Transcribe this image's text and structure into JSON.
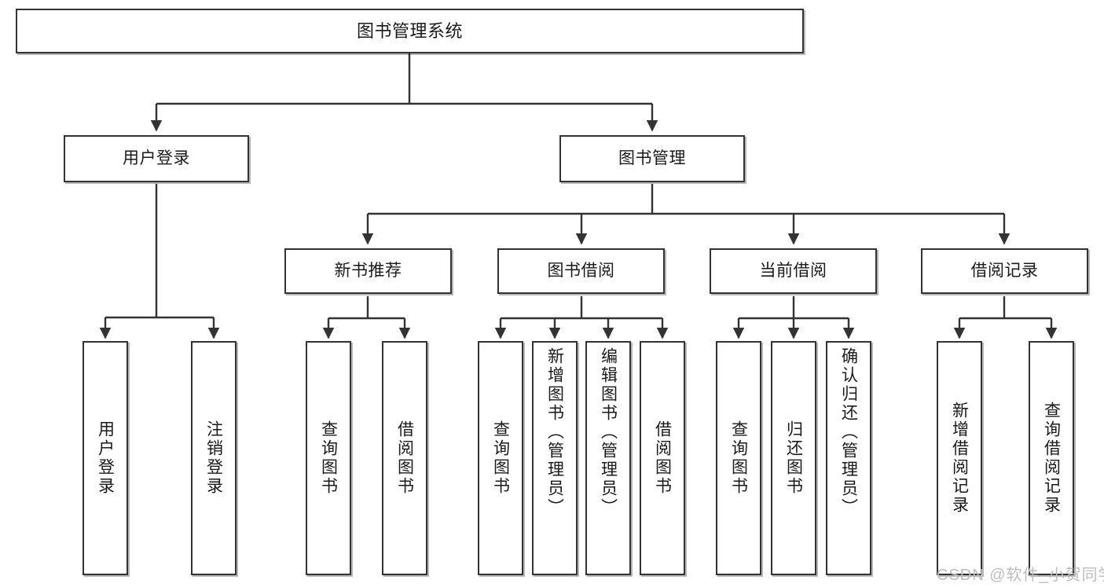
{
  "diagram": {
    "type": "tree-hierarchy",
    "title": "图书管理系统",
    "watermark": "CSDN @软件_小贺同学",
    "colors": {
      "box_border": "#333333",
      "box_fill": "#ffffff",
      "edge": "#333333",
      "text": "#1a1a1a",
      "watermark": "#bdbdbd",
      "background": "#ffffff"
    },
    "nodes": {
      "root": {
        "label": "图书管理系统"
      },
      "level2": [
        {
          "label": "用户登录"
        },
        {
          "label": "图书管理"
        }
      ],
      "level3": [
        {
          "label": "新书推荐"
        },
        {
          "label": "图书借阅"
        },
        {
          "label": "当前借阅"
        },
        {
          "label": "借阅记录"
        }
      ],
      "leaves_user_login": [
        {
          "label": "用户登录"
        },
        {
          "label": "注销登录"
        }
      ],
      "leaves_new_book": [
        {
          "label": "查询图书"
        },
        {
          "label": "借阅图书"
        }
      ],
      "leaves_borrow": [
        {
          "label": "查询图书"
        },
        {
          "label": "新增图书（管理员）"
        },
        {
          "label": "编辑图书（管理员）"
        },
        {
          "label": "借阅图书"
        }
      ],
      "leaves_current": [
        {
          "label": "查询图书"
        },
        {
          "label": "归还图书"
        },
        {
          "label": "确认归还（管理员）"
        }
      ],
      "leaves_records": [
        {
          "label": "新增借阅记录"
        },
        {
          "label": "查询借阅记录"
        }
      ]
    }
  }
}
